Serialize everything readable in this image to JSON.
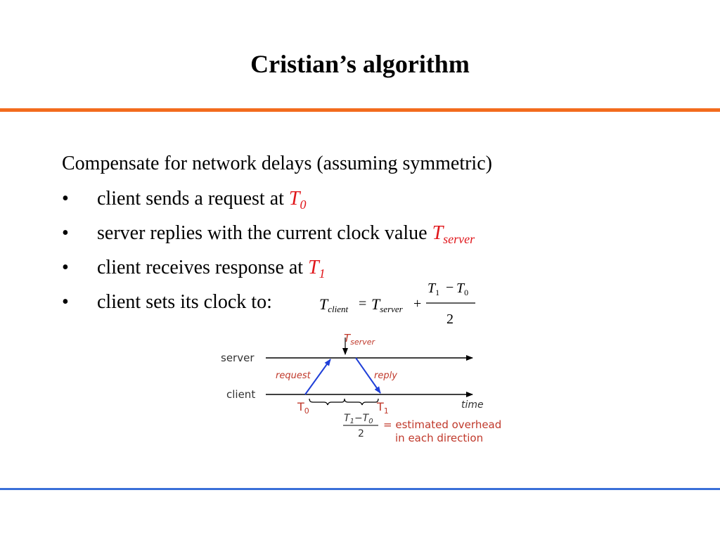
{
  "slide": {
    "title": "Cristian’s algorithm",
    "intro": "Compensate for network delays (assuming symmetric)",
    "bullet_symbol": "•",
    "bullets": [
      {
        "text": "client sends a request at ",
        "var": "T",
        "sub": "0"
      },
      {
        "text": "server replies with the current clock value ",
        "var": "T",
        "sub": "server"
      },
      {
        "text": "client receives response at ",
        "var": "T",
        "sub": "1"
      },
      {
        "text": "client sets its clock to:"
      }
    ],
    "formula": {
      "lhs_var": "T",
      "lhs_sub": "client",
      "eq": "=",
      "rhs_var": "T",
      "rhs_sub": "server",
      "plus": "+",
      "num_a_var": "T",
      "num_a_sub": "1",
      "minus": "−",
      "num_b_var": "T",
      "num_b_sub": "0",
      "den": "2"
    },
    "diagram": {
      "server_label": "server",
      "client_label": "client",
      "tserver_var": "T",
      "tserver_sub": "server",
      "request_label": "request",
      "reply_label": "reply",
      "t0_var": "T",
      "t0_sub": "0",
      "t1_var": "T",
      "t1_sub": "1",
      "time_label": "time",
      "frac_num_a_var": "T",
      "frac_num_a_sub": "1",
      "frac_minus": "−",
      "frac_num_b_var": "T",
      "frac_num_b_sub": "0",
      "frac_den": "2",
      "overhead_line1": "= estimated overhead",
      "overhead_line2": "in each direction",
      "colors": {
        "arrow": "#1f3fd8",
        "label": "#c0392b",
        "axis": "#000000",
        "text": "#333333"
      }
    },
    "colors": {
      "top_rule": "#f26b1d",
      "bottom_rule": "#3a6fd8",
      "highlight": "#e0161b"
    }
  }
}
